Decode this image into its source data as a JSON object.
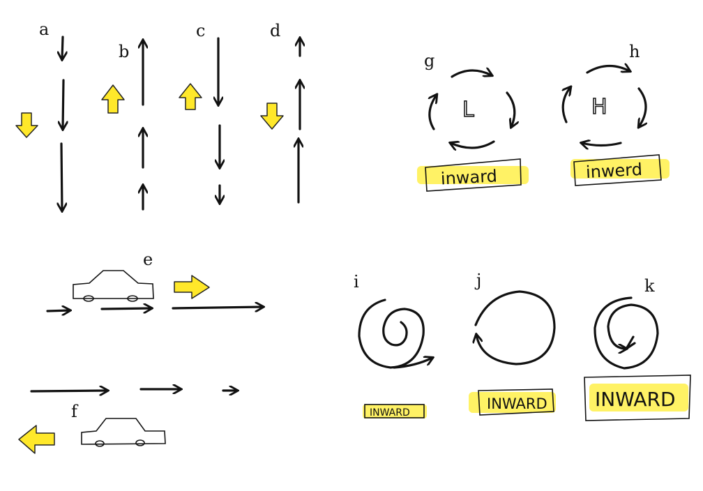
{
  "labels": {
    "a": "a",
    "b": "b",
    "c": "c",
    "d": "d",
    "e": "e",
    "f": "f",
    "g": "g",
    "h": "h",
    "i": "i",
    "j": "j",
    "k": "k"
  },
  "inner_letters": {
    "g": "L",
    "h": "H"
  },
  "boxes": {
    "g": "inward",
    "h": "inwerd",
    "i": "INWARD",
    "j": "INWARD",
    "k": "INWARD"
  },
  "colors": {
    "ink": "#111111",
    "highlight": "#ffe82a"
  }
}
